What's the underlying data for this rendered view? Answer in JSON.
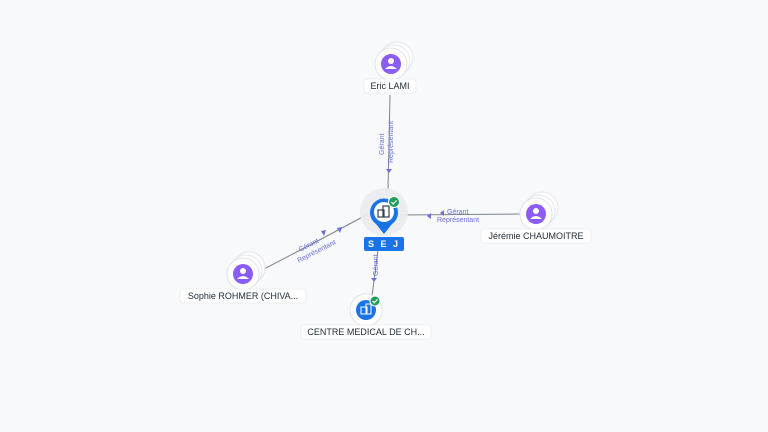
{
  "center": {
    "label": "S E J",
    "icon": "building-icon",
    "verified": true
  },
  "people": [
    {
      "id": "eric",
      "name": "Eric LAMI",
      "icon": "person-icon",
      "roles": [
        "Gérant",
        "Représentant"
      ]
    },
    {
      "id": "jeremie",
      "name": "Jérémie CHAUMOITRE",
      "icon": "person-icon",
      "roles": [
        "Gérant",
        "Représentant"
      ]
    },
    {
      "id": "sophie",
      "name": "Sophie ROHMER (CHIVA...",
      "icon": "person-icon",
      "roles": [
        "Gérant",
        "Représentant"
      ]
    }
  ],
  "companies": [
    {
      "id": "centre",
      "name": "CENTRE MEDICAL DE CH...",
      "icon": "building-icon",
      "verified": true,
      "roles": [
        "Gérant"
      ]
    }
  ],
  "colors": {
    "accent": "#1a73e8",
    "person": "#8b5cf6",
    "verified": "#1e9e5a",
    "edge_label": "#6a6ee0"
  }
}
